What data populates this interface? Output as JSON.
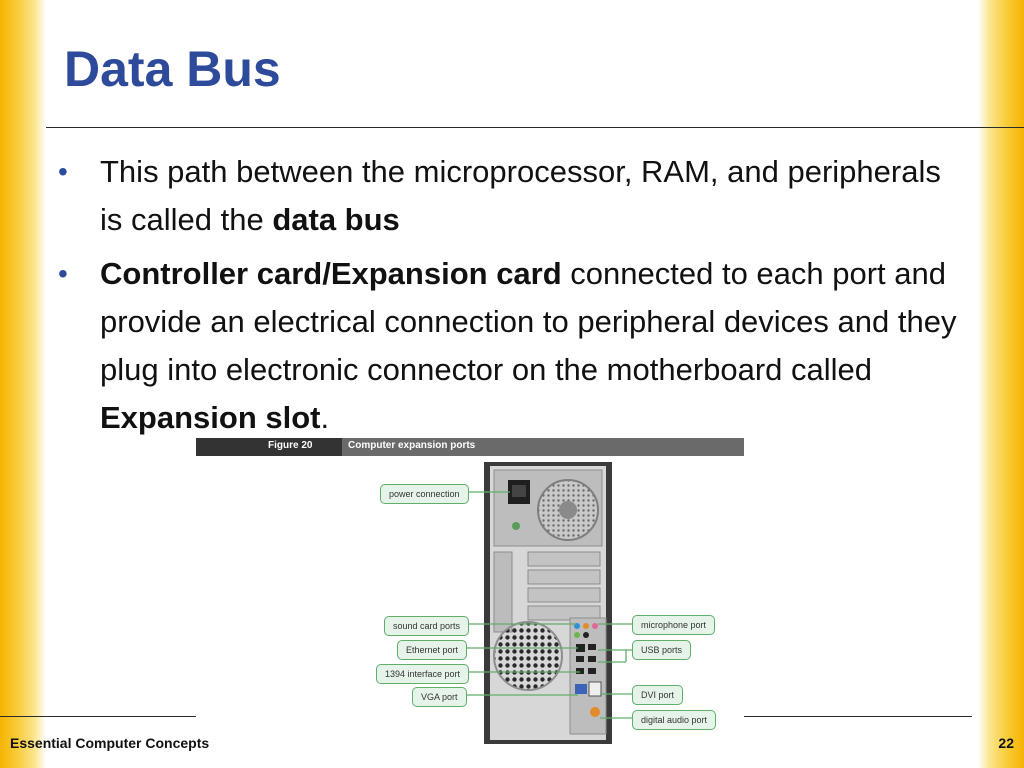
{
  "slide": {
    "title": "Data Bus",
    "bullets": [
      {
        "parts": [
          {
            "text": "This path between the microprocessor, RAM, and peripherals is called the ",
            "bold": false
          },
          {
            "text": "data bus",
            "bold": true
          }
        ]
      },
      {
        "parts": [
          {
            "text": "Controller card/Expansion card",
            "bold": true
          },
          {
            "text": "  connected to each port and provide an electrical connection to peripheral devices and they plug into electronic connector on the motherboard called ",
            "bold": false
          },
          {
            "text": "Expansion slot",
            "bold": true
          },
          {
            "text": ".",
            "bold": false
          }
        ]
      }
    ]
  },
  "figure": {
    "number": "Figure 20",
    "caption": "Computer expansion ports",
    "callouts": {
      "power": "power connection",
      "sound": "sound card ports",
      "ethernet": "Ethernet port",
      "firewire": "1394 interface port",
      "vga": "VGA port",
      "microphone": "microphone port",
      "usb": "USB ports",
      "dvi": "DVI port",
      "digital_audio": "digital audio port"
    },
    "callout_color": "#5fae6b"
  },
  "footer": {
    "left": "Essential Computer Concepts",
    "page": "22"
  },
  "colors": {
    "title": "#2e4b9b",
    "edge": "#f6b400"
  }
}
